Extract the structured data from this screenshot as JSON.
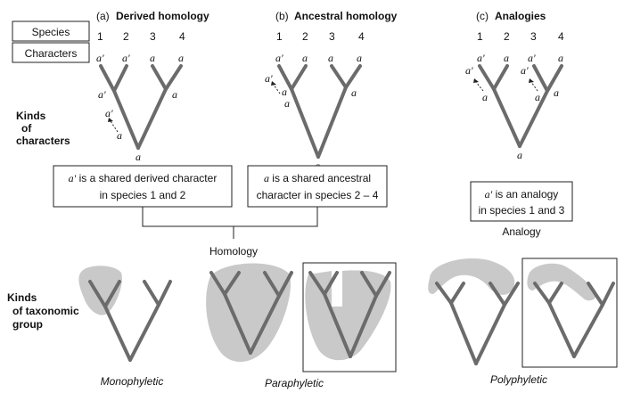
{
  "labels": {
    "species": "Species",
    "characters": "Characters",
    "kinds_of_characters": [
      "Kinds",
      "of",
      "characters"
    ],
    "kinds_of_taxonomic_group": [
      "Kinds",
      "of taxonomic",
      "group"
    ]
  },
  "panels": [
    {
      "tag": "(a)",
      "title": "Derived homology"
    },
    {
      "tag": "(b)",
      "title": "Ancestral homology"
    },
    {
      "tag": "(c)",
      "title": "Analogies"
    }
  ],
  "species_numbers": [
    "1",
    "2",
    "3",
    "4"
  ],
  "chars": {
    "derived": "a'",
    "ancestral": "a"
  },
  "boxes": {
    "a": {
      "l1a": "a'",
      "l1b": " is a shared derived character",
      "l2": "in species 1 and 2"
    },
    "b": {
      "l1a": "a",
      "l1b": " is a shared ancestral",
      "l2": "character in species 2 – 4"
    },
    "c": {
      "l1a": "a'",
      "l1b": " is an analogy",
      "l2": "in species 1 and 3"
    }
  },
  "homology_label": "Homology",
  "analogy_label": "Analogy",
  "group_labels": {
    "monophyletic": "Monophyletic",
    "paraphyletic": "Paraphyletic",
    "polyphyletic": "Polyphyletic"
  }
}
